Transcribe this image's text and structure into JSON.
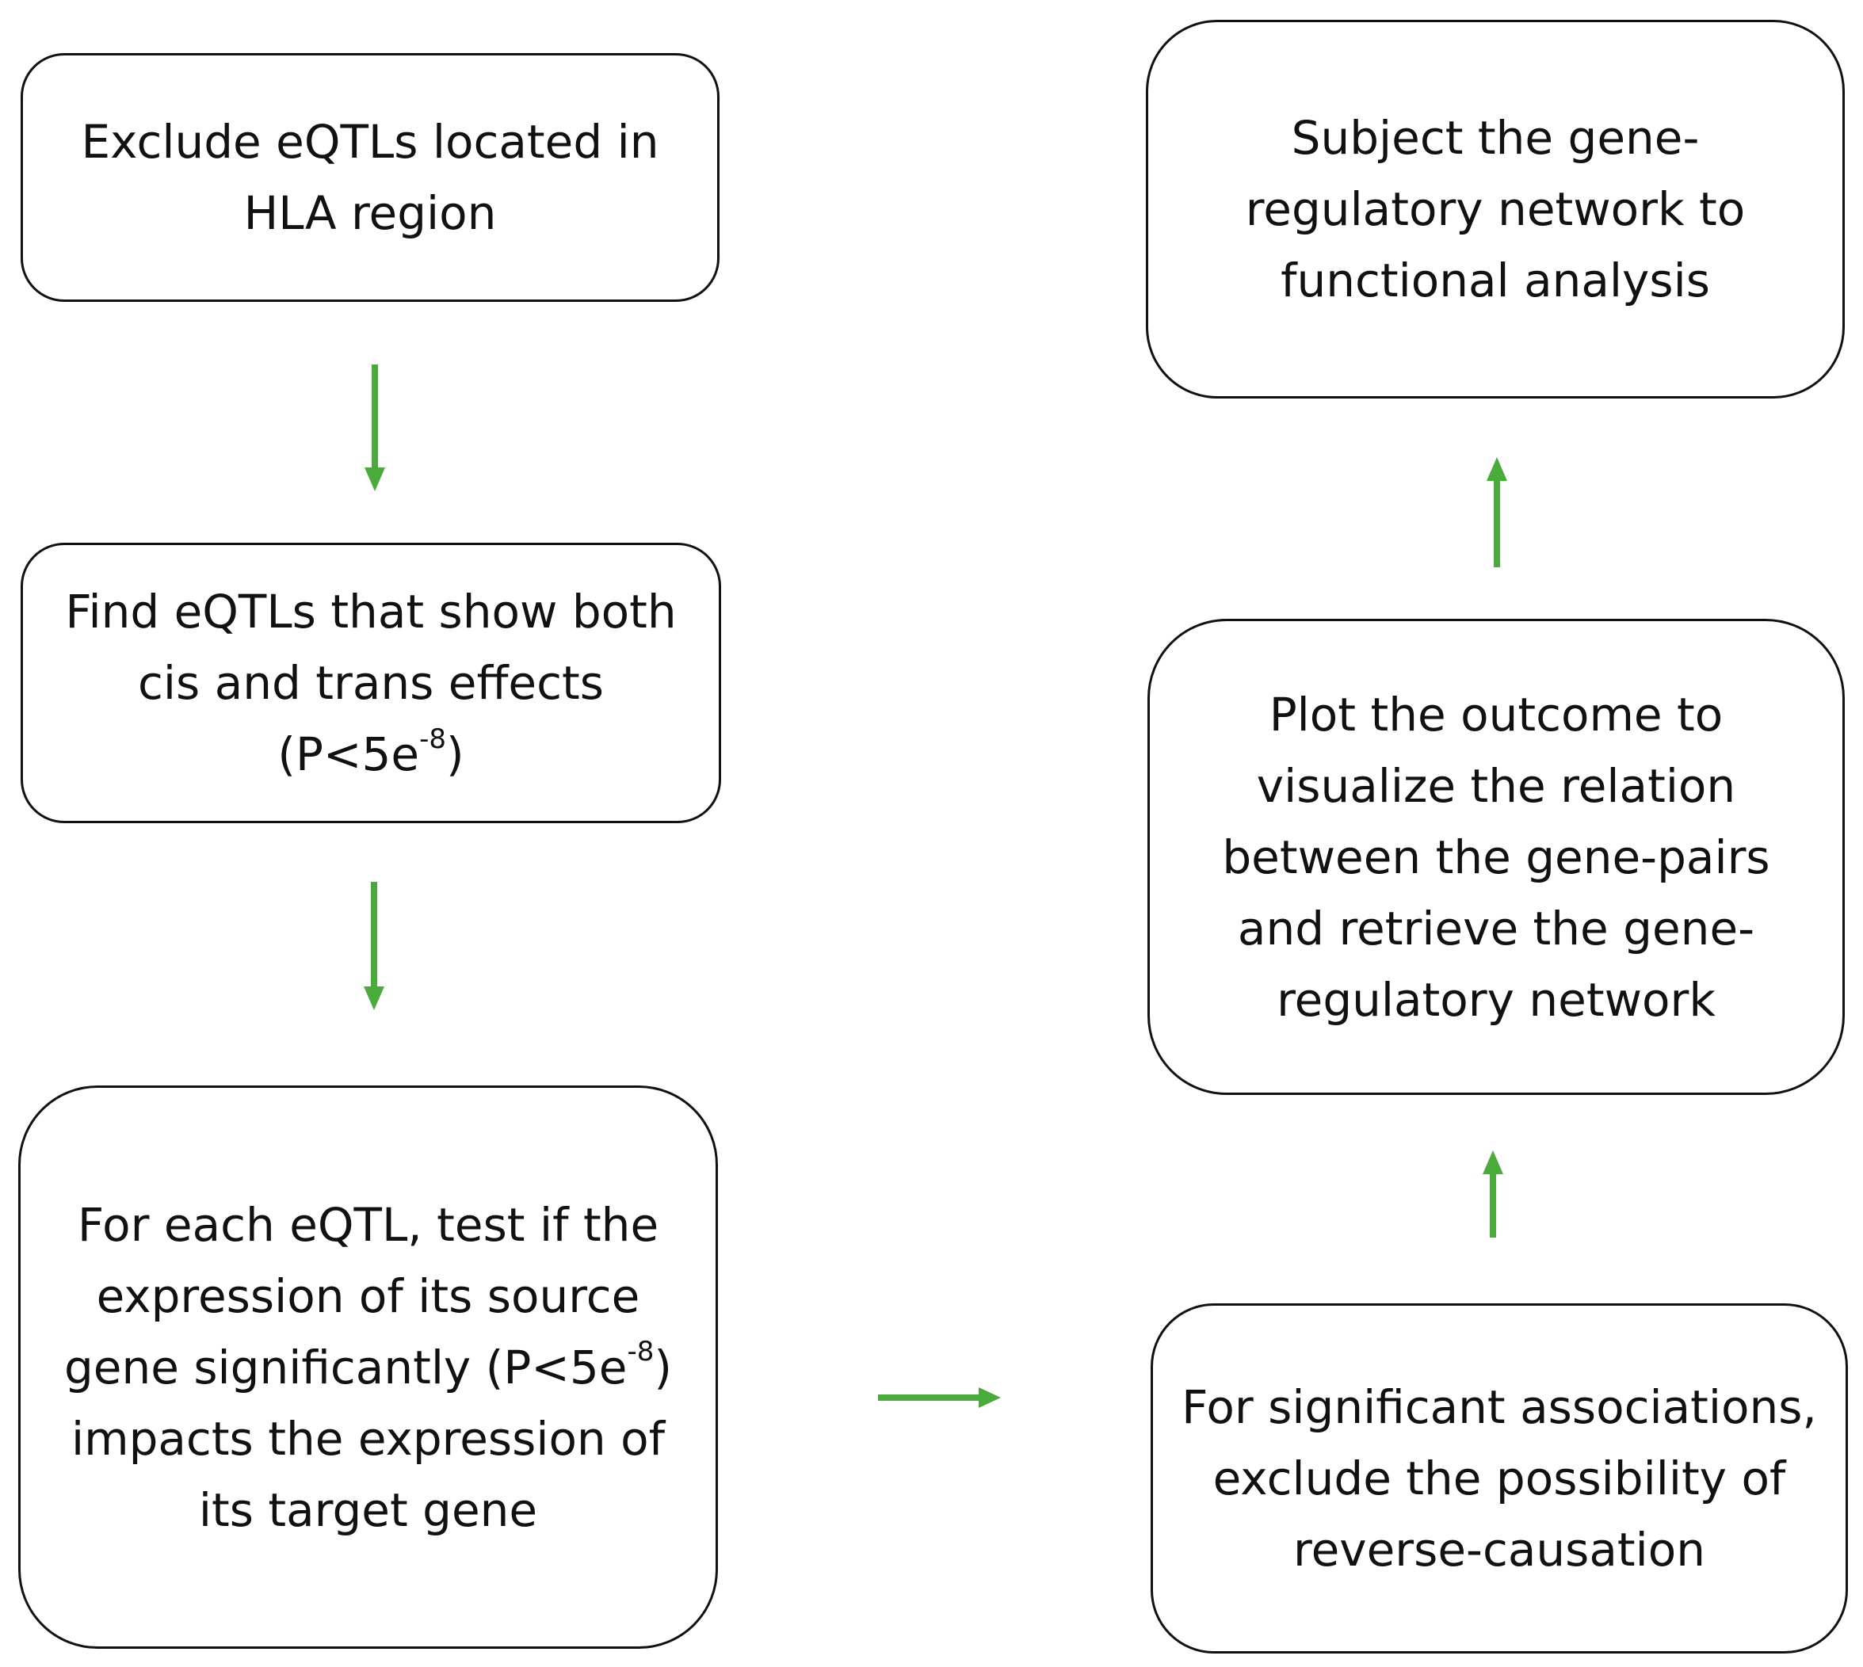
{
  "nodes": {
    "exclude_hla": {
      "lines": [
        "Exclude eQTLs located in",
        "HLA region"
      ]
    },
    "find_cis_trans": {
      "lines": [
        "Find eQTLs that show both",
        "cis and trans effects"
      ],
      "p_prefix": "(P<5e",
      "p_exp": "-8",
      "p_suffix": ")"
    },
    "test_expression": {
      "line1": "For each eQTL, test if the",
      "line2": "expression of its source",
      "line3_prefix": "gene significantly (P<5e",
      "line3_exp": "-8",
      "line3_suffix": ")",
      "line4": "impacts the expression of",
      "line5": "its target gene"
    },
    "reverse_causation": {
      "lines": [
        "For significant associations,",
        "exclude the possibility of",
        "reverse-causation"
      ]
    },
    "plot_outcome": {
      "lines": [
        "Plot the outcome to",
        "visualize the relation",
        "between the gene-pairs",
        "and retrieve the gene-",
        "regulatory network"
      ]
    },
    "functional_analysis": {
      "lines": [
        "Subject the gene-",
        "regulatory network to",
        "functional analysis"
      ]
    }
  },
  "colors": {
    "arrow": "#4aaa3c",
    "border": "#111111",
    "text": "#111111"
  }
}
